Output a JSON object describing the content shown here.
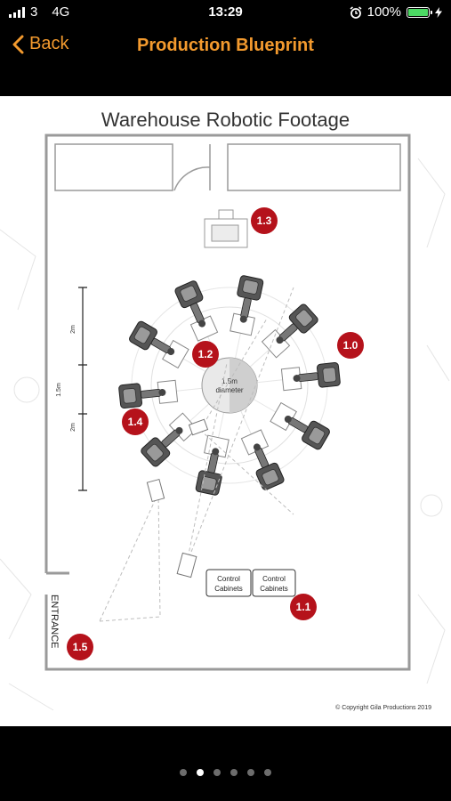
{
  "status": {
    "carrier": "3",
    "network": "4G",
    "time": "13:29",
    "battery": "100%",
    "battery_level": 1.0
  },
  "nav": {
    "back_label": "Back",
    "title": "Production Blueprint"
  },
  "blueprint": {
    "title": "Warehouse Robotic Footage",
    "center_size": "1.5m",
    "center_label": "diameter",
    "dim_top": "2m",
    "dim_mid": "1.5m",
    "dim_bottom": "2m",
    "cabinet_line1": "Control",
    "cabinet_line2": "Cabinets",
    "entrance": "ENTRANCE",
    "copyright": "© Copyright Gila Productions 2019",
    "markers": [
      "1.0",
      "1.1",
      "1.2",
      "1.3",
      "1.4",
      "1.5"
    ]
  },
  "pager": {
    "count": 6,
    "active": 1
  },
  "colors": {
    "accent": "#f39a2e",
    "marker": "#b5121b"
  }
}
